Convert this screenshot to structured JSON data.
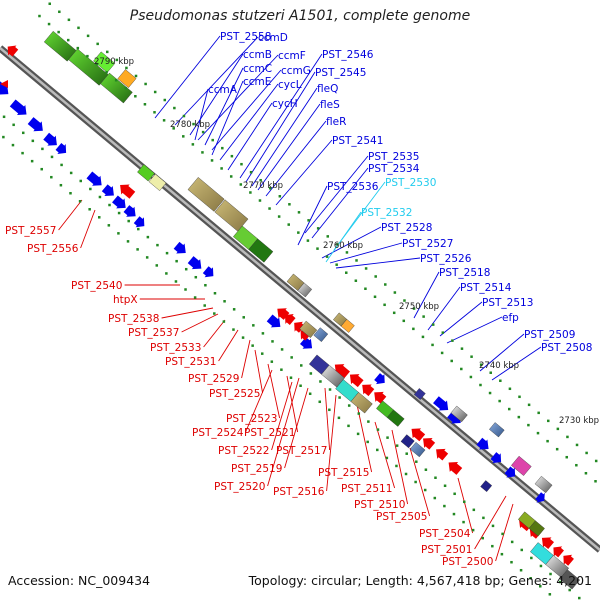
{
  "title": "Pseudomonas stutzeri A1501, complete genome",
  "footer": {
    "accession": "Accession: NC_009434",
    "summary": "Topology: circular; Length: 4,567,418 bp; Genes: 4,201"
  },
  "colors": {
    "blue_label": "#0000dd",
    "red_label": "#dd0000",
    "cyan_label": "#22ccee",
    "forward_arrow": "#0000ee",
    "reverse_arrow": "#ee0000",
    "backbone": "#777777",
    "tick": "#228822"
  },
  "ticks": [
    "2790 kbp",
    "2780 kbp",
    "2770 kbp",
    "2760 kbp",
    "2750 kbp",
    "2740 kbp",
    "2730 kbp"
  ],
  "labels_blue": [
    "PST_2558",
    "ccmD",
    "ccmB",
    "ccmF",
    "ccmC",
    "ccmG",
    "ccmE",
    "cycL",
    "ccmA",
    "cycH",
    "PST_2546",
    "PST_2545",
    "fleQ",
    "fleS",
    "fleR",
    "PST_2541",
    "PST_2535",
    "PST_2534",
    "PST_2536",
    "PST_2528",
    "PST_2527",
    "PST_2526",
    "PST_2518",
    "PST_2514",
    "PST_2513",
    "efp",
    "PST_2509",
    "PST_2508"
  ],
  "labels_cyan": [
    "PST_2530",
    "PST_2532"
  ],
  "labels_red": [
    "PST_2557",
    "PST_2556",
    "PST_2540",
    "htpX",
    "PST_2538",
    "PST_2537",
    "PST_2533",
    "PST_2531",
    "PST_2529",
    "PST_2525",
    "PST_2523",
    "PST_2524",
    "PST_2521",
    "PST_2522",
    "PST_2517",
    "PST_2519",
    "PST_2515",
    "PST_2520",
    "PST_2516",
    "PST_2511",
    "PST_2510",
    "PST_2505",
    "PST_2504",
    "PST_2501",
    "PST_2500"
  ]
}
